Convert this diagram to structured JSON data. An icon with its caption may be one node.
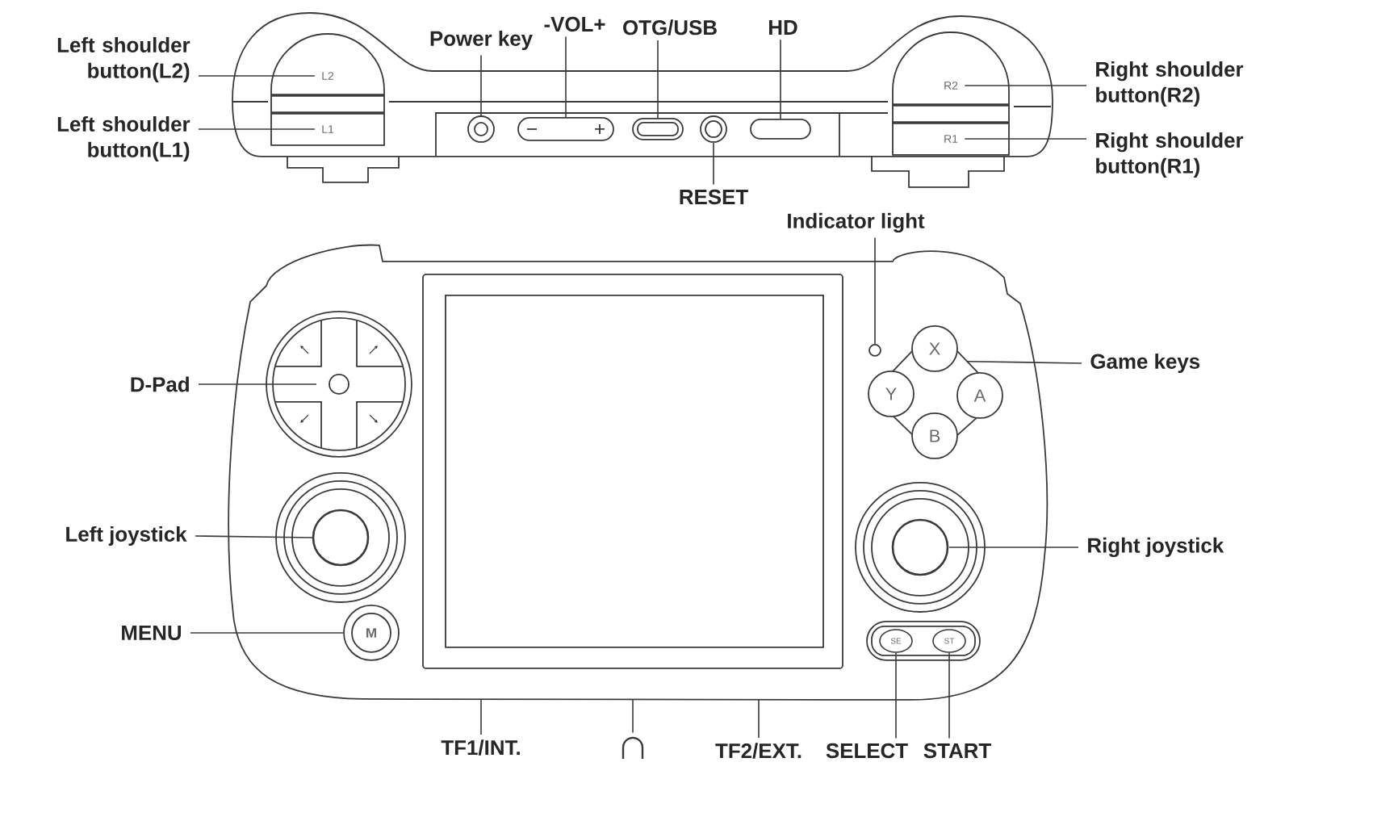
{
  "diagram": {
    "nodes": [
      {
        "text": [
          "Left shoulder button(L2)"
        ]
      },
      {
        "text": [
          "L2"
        ]
      },
      {
        "text": [
          "Power key"
        ]
      },
      {
        "text": [
          "-VOL+"
        ]
      },
      {
        "text": [
          "OTG/USB"
        ]
      },
      {
        "text": [
          "HD"
        ]
      },
      {
        "text": [
          "R2"
        ]
      },
      {
        "text": [
          "Right shoulder button(R2)"
        ]
      },
      {
        "text": [
          "Left shoulder button(L1)"
        ]
      },
      {
        "text": [
          "L1"
        ]
      },
      {
        "text": [],
        "shape": "circle"
      },
      {
        "text": [],
        "shape": "box"
      },
      {
        "text": [],
        "shape": "box"
      },
      {
        "text": [],
        "shape": "circle"
      },
      {
        "text": [],
        "shape": "box"
      },
      {
        "text": [
          "R1"
        ]
      },
      {
        "text": [
          "Right shoulder button(R1)"
        ]
      },
      {
        "text": [
          "RESET"
        ]
      },
      {
        "text": [
          "Indicator light"
        ]
      },
      {
        "text": [],
        "shape": "circle"
      },
      {
        "text": [
          "D-Pad"
        ]
      },
      {
        "text": [],
        "shape": "circle"
      },
      {
        "text": [],
        "shape": "diamond"
      },
      {
        "text": [
          "X"
        ]
      },
      {
        "text": [
          "Y"
        ]
      },
      {
        "text": [
          "A"
        ]
      },
      {
        "text": [
          "B"
        ]
      },
      {
        "text": [
          "Game keys"
        ]
      },
      {
        "text": [
          "Left joystick"
        ]
      },
      {
        "text": [],
        "shape": "circle"
      },
      {
        "text": [],
        "shape": "circle"
      },
      {
        "text": [
          "Right joystick"
        ]
      },
      {
        "text": [
          "MENU"
        ]
      },
      {
        "text": [
          "M"
        ]
      },
      {
        "text": [],
        "shape": "box"
      },
      {
        "text": [
          "SE"
        ],
        "in": 34
      },
      {
        "text": [
          "ST"
        ],
        "in": 34
      },
      {
        "text": [
          "TF1/INT."
        ]
      },
      {
        "text": [],
        "shape": "picture"
      },
      {
        "text": [
          "TF2/EXT."
        ]
      },
      {
        "text": [
          "SELECT"
        ]
      },
      {
        "text": [
          "START"
        ]
      }
    ],
    "edges": [
      {
        "from": 0,
        "to": 1,
        "arrow": "none"
      },
      {
        "from": 2,
        "to": 10,
        "arrow": "none"
      },
      {
        "from": 3,
        "to": 11,
        "arrow": "none"
      },
      {
        "from": 4,
        "to": 12,
        "arrow": "none"
      },
      {
        "from": 5,
        "to": 14,
        "arrow": "none"
      },
      {
        "from": 7,
        "to": 6,
        "arrow": "none"
      },
      {
        "from": 8,
        "to": 9,
        "arrow": "none"
      },
      {
        "from": 16,
        "to": 15,
        "arrow": "none"
      },
      {
        "from": 17,
        "to": 13,
        "arrow": "none"
      },
      {
        "from": 18,
        "to": 19,
        "arrow": "none"
      },
      {
        "from": 20,
        "to": 21,
        "arrow": "none"
      },
      {
        "from": 27,
        "to": 22,
        "arrow": "none"
      },
      {
        "from": 28,
        "to": 29,
        "arrow": "none"
      },
      {
        "from": 31,
        "to": 30,
        "arrow": "none"
      },
      {
        "from": 32,
        "to": 33,
        "arrow": "none"
      },
      {
        "from": 37,
        "to": null,
        "arrow": "none"
      },
      {
        "from": 38,
        "to": null,
        "arrow": "none"
      },
      {
        "from": 39,
        "to": null,
        "arrow": "none"
      },
      {
        "from": 40,
        "to": 35,
        "arrow": "none"
      },
      {
        "from": 41,
        "to": 36,
        "arrow": "none"
      }
    ]
  }
}
